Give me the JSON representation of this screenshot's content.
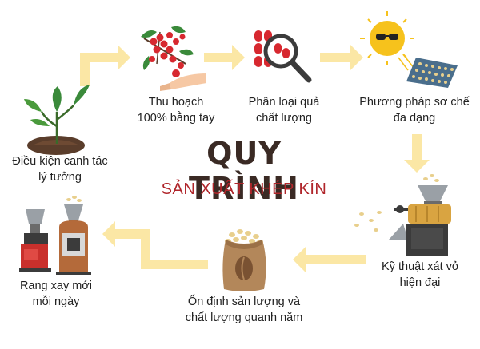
{
  "title": "QUY TRÌNH",
  "subtitle": "SẢN XUẤT KHÉP KÍN",
  "steps": [
    {
      "line1": "Điều kiện canh tác",
      "line2": "lý tưởng",
      "icon": "plant-seedling-icon"
    },
    {
      "line1": "Thu hoạch",
      "line2": "100% bằng tay",
      "icon": "coffee-cherry-hand-icon"
    },
    {
      "line1": "Phân loại quả",
      "line2": "chất lượng",
      "icon": "magnifier-cherries-icon"
    },
    {
      "line1": "Phương pháp sơ chế",
      "line2": "đa dạng",
      "icon": "sun-drying-rack-icon"
    },
    {
      "line1": "Kỹ thuật xát vỏ",
      "line2": "hiện đại",
      "icon": "hulling-machine-icon"
    },
    {
      "line1": "Ổn định sản lượng và",
      "line2": "chất lượng quanh năm",
      "icon": "coffee-bean-sack-icon"
    },
    {
      "line1": "Rang xay mới",
      "line2": "mỗi ngày",
      "icon": "roaster-grinder-icon"
    }
  ],
  "colors": {
    "arrow": "#fbe7a5",
    "title": "#3a2a24",
    "subtitle": "#b0262b",
    "cherry": "#d7282f",
    "leaf": "#3a8a3a",
    "sun": "#f6c21c",
    "metal": "#3b3b3b",
    "wood": "#d9a441",
    "sack": "#b3875a"
  }
}
